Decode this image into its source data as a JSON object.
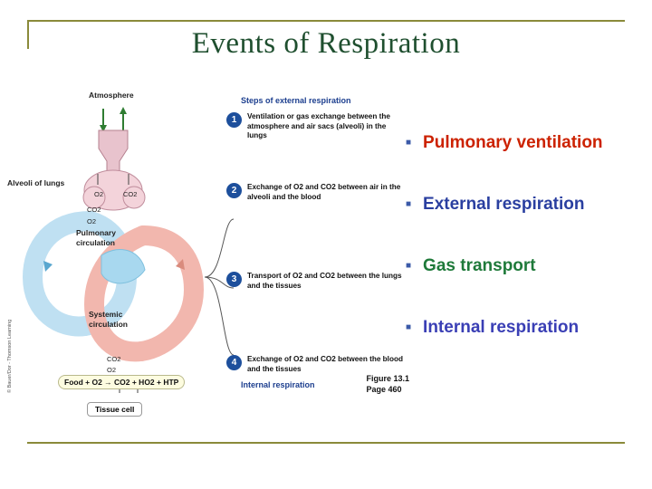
{
  "slide": {
    "title": "Events of Respiration",
    "accent_rule_color": "#8a8a3a",
    "title_color": "#1f4f2f"
  },
  "bullets": [
    {
      "marker": "square-bullet",
      "label": "Pulmonary ventilation",
      "color": "#cc2200"
    },
    {
      "marker": "square-bullet",
      "label": "External respiration",
      "color": "#2a3fa0"
    },
    {
      "marker": "square-bullet",
      "label": "Gas transport",
      "color": "#1f7a3a"
    },
    {
      "marker": "square-bullet",
      "label": "Internal respiration",
      "color": "#3a3fb5"
    }
  ],
  "figure": {
    "steps_heading": "Steps of external respiration",
    "steps": [
      {
        "number": "1",
        "text": "Ventilation or gas exchange between the atmosphere and air sacs (alveoli) in the lungs"
      },
      {
        "number": "2",
        "text": "Exchange of O2 and CO2 between air in the alveoli and the blood"
      },
      {
        "number": "3",
        "text": "Transport of O2 and CO2 between the lungs and the tissues"
      },
      {
        "number": "4",
        "text": "Exchange of O2 and CO2 between the blood and the tissues"
      }
    ],
    "internal_respiration_label": "Internal respiration",
    "labels": {
      "atmosphere": "Atmosphere",
      "alveoli": "Alveoli of lungs",
      "pulmonary_circulation": "Pulmonary circulation",
      "systemic_circulation": "Systemic circulation",
      "tissue_cell": "Tissue cell",
      "o2_upper": "O2",
      "co2_upper": "CO2",
      "co2_alveoli": "CO2",
      "o2_alveoli": "O2",
      "co2_tissue": "CO2",
      "o2_tissue": "O2"
    },
    "equation": "Food + O2 → CO2 + HO2 + HTP",
    "caption_line1": "Figure 13.1",
    "caption_line2": "Page 460",
    "credit": "© Bauer/Dor - Thomson Learning",
    "colors": {
      "artery_red": "#f2b7ae",
      "vein_blue": "#bfe0f2",
      "step_badge": "#1d4f9c",
      "heading_blue": "#1d3f8f"
    }
  }
}
